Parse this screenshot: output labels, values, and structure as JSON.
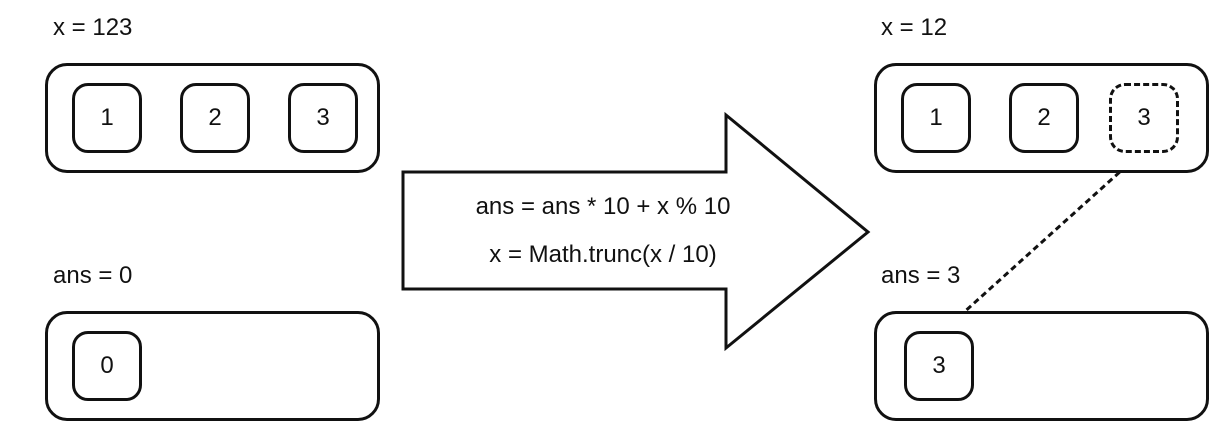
{
  "before": {
    "x_label": "x = 123",
    "x_digits": [
      "1",
      "2",
      "3"
    ],
    "ans_label": "ans = 0",
    "ans_digits": [
      "0"
    ]
  },
  "operation": {
    "line1": "ans = ans * 10 + x % 10",
    "line2": "x = Math.trunc(x / 10)"
  },
  "after": {
    "x_label": "x = 12",
    "x_digits": [
      "1",
      "2",
      "3"
    ],
    "ans_label": "ans = 3",
    "ans_digits": [
      "3"
    ]
  },
  "colors": {
    "stroke": "#111111",
    "background": "#ffffff"
  }
}
